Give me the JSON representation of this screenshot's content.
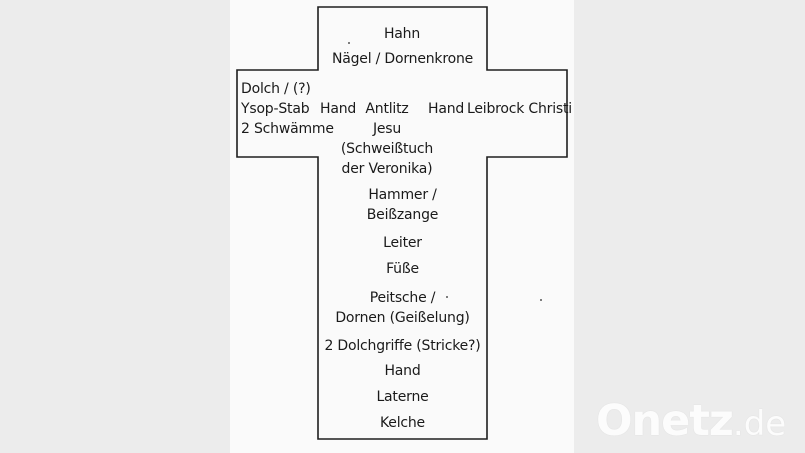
{
  "cross": {
    "top_rows": [
      "Hahn",
      "Nägel / Dornenkrone"
    ],
    "arm_left": [
      "Dolch / (?)",
      "Ysop-Stab",
      "2 Schwämme"
    ],
    "arm_middle": {
      "hand_left": "Hand",
      "antlitz": [
        "Antlitz",
        "Jesu",
        "(Schweißtuch",
        "der Veronika)"
      ],
      "hand_right": "Hand",
      "leibrock": "Leibrock Christi"
    },
    "stem_rows": [
      "Hammer /",
      "Beißzange",
      "Leiter",
      "Füße",
      "Peitsche /",
      "Dornen (Geißelung)",
      "2 Dolchgriffe (Stricke?)",
      "Hand",
      "Laterne",
      "Kelche"
    ]
  },
  "watermark": {
    "brand": "Onetz",
    "tld": ".de"
  }
}
